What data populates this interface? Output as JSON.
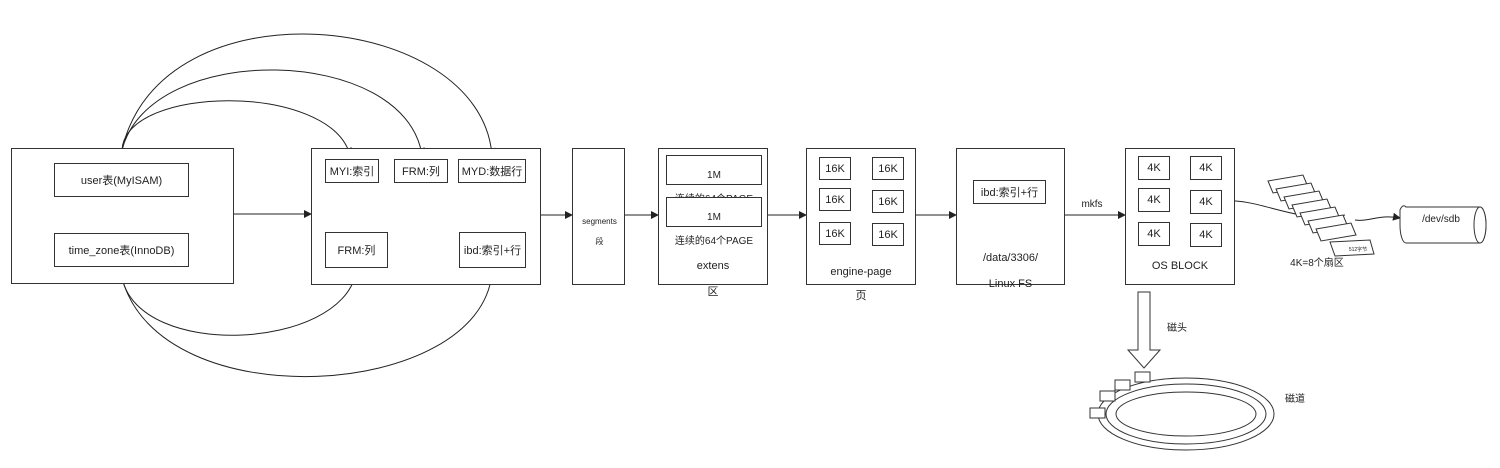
{
  "tables": {
    "user": "user表(MyISAM)",
    "time_zone": "time_zone表(InnoDB)"
  },
  "files": {
    "myi": "MYI:索引",
    "frm_top": "FRM:列",
    "myd": "MYD:数据行",
    "frm_bottom": "FRM:列",
    "ibd": "ibd:索引+行"
  },
  "segments": {
    "line1": "segments",
    "line2": "段"
  },
  "extens": {
    "block_line1": "1M",
    "block_line2": "连续的64个PAGE",
    "label_line1": "extens",
    "label_line2": "区"
  },
  "engine_page": {
    "cell": "16K",
    "label_line1": "engine-page",
    "label_line2": "页"
  },
  "linux_fs": {
    "ibd": "ibd:索引+行",
    "path": "/data/3306/",
    "label": "Linux FS"
  },
  "mkfs": "mkfs",
  "os_block": {
    "cell": "4K",
    "label": "OS BLOCK"
  },
  "sectors": {
    "label": "4K=8个扇区",
    "small": "512字节"
  },
  "device": "/dev/sdb",
  "disk": {
    "head": "磁头",
    "track": "磁道"
  }
}
